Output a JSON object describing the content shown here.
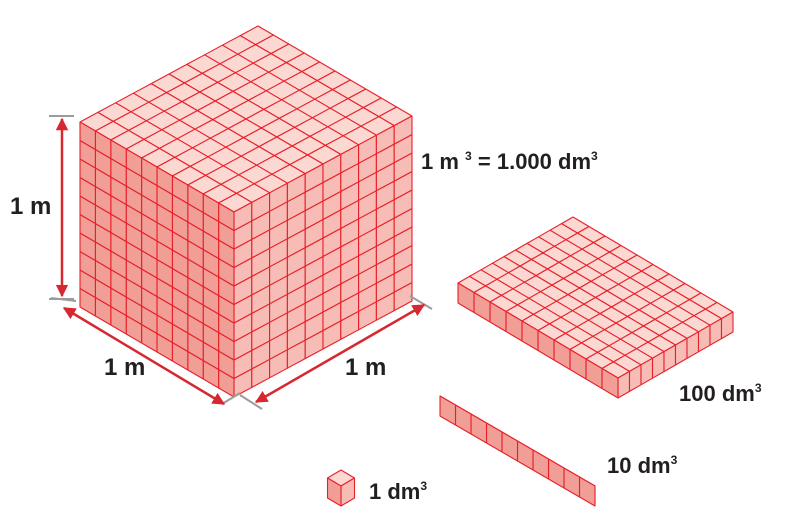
{
  "diagram": {
    "dimension_height": "1 m",
    "dimension_depth": "1 m",
    "dimension_width": "1 m",
    "equation": {
      "lhs": "1 m",
      "lhs_exp": "3",
      "rhs": " = 1.000 dm",
      "rhs_exp": "3"
    },
    "plate": {
      "value": "100 dm",
      "exp": "3",
      "cubes_per_side": 10
    },
    "rod": {
      "value": "10 dm",
      "exp": "3",
      "cubes": 10
    },
    "unit": {
      "value": "1 dm",
      "exp": "3"
    },
    "large_cube": {
      "cubes_per_edge": 10
    },
    "colors": {
      "top": "#fcd8d3",
      "left": "#f6bcb5",
      "right": "#f09e96",
      "edge": "#e8202a",
      "arrow": "#d7282f",
      "tick": "#9b9b9b",
      "text": "#231f20"
    }
  }
}
